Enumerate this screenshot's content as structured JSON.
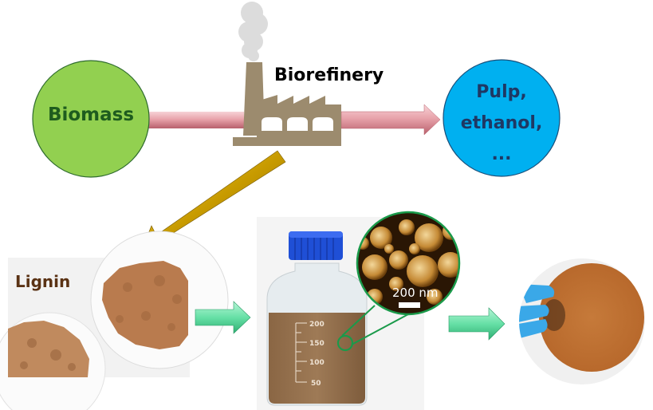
{
  "diagram": {
    "nodes": {
      "biomass": {
        "label": "Biomass",
        "fill": "#92d050",
        "text_color": "#1e5c1e"
      },
      "biorefinery": {
        "label": "Biorefinery",
        "icon": "factory-icon",
        "text_color": "#000000"
      },
      "products": {
        "lines": [
          "Pulp,",
          "ethanol,",
          "..."
        ],
        "fill": "#00b0f0",
        "text_color": "#1f3864"
      },
      "lignin": {
        "label": "Lignin",
        "text_color": "#5a3214"
      },
      "bottle": {
        "graduation_labels": [
          "200",
          "150",
          "100",
          "50"
        ],
        "inset_scale_label": "200 nm"
      },
      "film": {
        "description": "lignin nanoparticle film held with blue glove"
      }
    },
    "arrows": [
      {
        "from": "biomass",
        "to": "biorefinery",
        "color": "#e6a0a8"
      },
      {
        "from": "biorefinery",
        "to": "products",
        "color": "#e6a0a8"
      },
      {
        "from": "biorefinery",
        "to": "lignin",
        "color": "#c89b00"
      },
      {
        "from": "lignin",
        "to": "bottle",
        "color": "#66e0a6"
      },
      {
        "from": "bottle",
        "to": "film",
        "color": "#66e0a6"
      }
    ]
  }
}
